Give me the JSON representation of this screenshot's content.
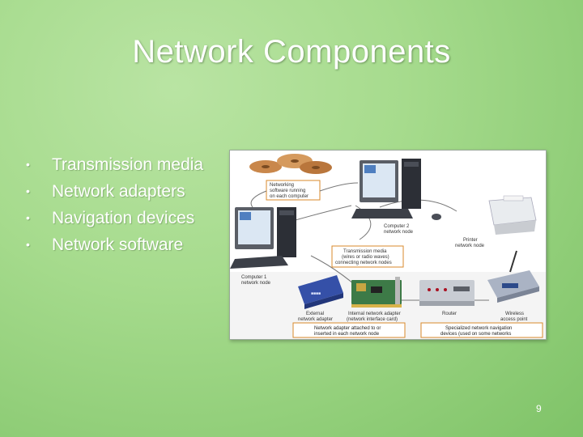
{
  "slide": {
    "title": "Network Components",
    "bullets": [
      "Transmission media",
      "Network adapters",
      "Navigation devices",
      "Network software"
    ],
    "page_number": "9"
  },
  "figure": {
    "callouts": {
      "software_line1": "Networking",
      "software_line2": "software running",
      "software_line3": "on each computer",
      "computer2_line1": "Computer 2",
      "computer2_line2": "network node",
      "printer_line1": "Printer",
      "printer_line2": "network node",
      "media_line1": "Transmission media",
      "media_line2": "(wires or radio waves)",
      "media_line3": "connecting network nodes",
      "computer1_line1": "Computer 1",
      "computer1_line2": "network node",
      "external_line1": "External",
      "external_line2": "network adapter",
      "internal_line1": "Internal network adapter",
      "internal_line2": "(network interface card)",
      "router": "Router",
      "wireless_line1": "Wireless",
      "wireless_line2": "access point",
      "adapter_note_line1": "Network adapter attached to or",
      "adapter_note_line2": "inserted in each network node",
      "navigation_note_line1": "Specialized network navigation",
      "navigation_note_line2": "devices (used on some networks"
    }
  }
}
